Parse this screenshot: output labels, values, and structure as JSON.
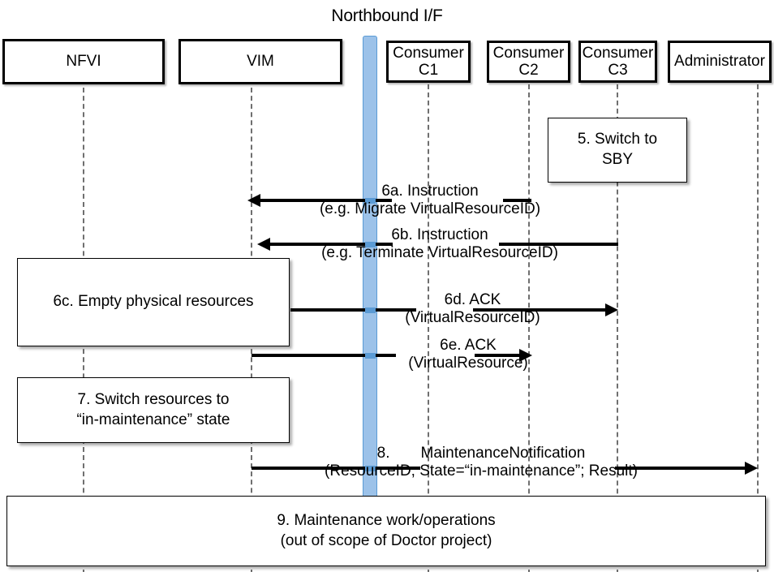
{
  "diagram": {
    "title": "Northbound I/F",
    "type": "sequence-diagram"
  },
  "actors": [
    {
      "id": "nfvi",
      "label": "NFVI",
      "sublabel": ""
    },
    {
      "id": "vim",
      "label": "VIM",
      "sublabel": ""
    },
    {
      "id": "c1",
      "label": "Consumer",
      "sublabel": "C1"
    },
    {
      "id": "c2",
      "label": "Consumer",
      "sublabel": "C2"
    },
    {
      "id": "c3",
      "label": "Consumer",
      "sublabel": "C3"
    },
    {
      "id": "admin",
      "label": "Administrator",
      "sublabel": ""
    }
  ],
  "notes": [
    {
      "id": "step5",
      "line1": "5. Switch to",
      "line2": "SBY"
    },
    {
      "id": "step6c",
      "line1": "6c. Empty physical resources",
      "line2": ""
    },
    {
      "id": "step7",
      "line1": "7. Switch resources to",
      "line2": "“in-maintenance” state"
    },
    {
      "id": "step9",
      "line1": "9. Maintenance work/operations",
      "line2": "(out of scope of Doctor project)"
    }
  ],
  "messages": [
    {
      "id": "step6a",
      "line1": "6a. Instruction",
      "line2": "(e.g. Migrate VirtualResourceID)",
      "direction": "left",
      "from": "c2",
      "to": "vim"
    },
    {
      "id": "step6b",
      "line1": "6b. Instruction",
      "line2": "(e.g. Terminate VirtualResourceID)",
      "direction": "left",
      "from": "c3",
      "to": "vim"
    },
    {
      "id": "step6d",
      "line1": "6d. ACK",
      "line2": "(VirtualResourceID)",
      "direction": "right",
      "from": "vim",
      "to": "c3"
    },
    {
      "id": "step6e",
      "line1": "6e. ACK",
      "line2": "(VirtualResource)",
      "direction": "right",
      "from": "vim",
      "to": "c2"
    },
    {
      "id": "step8",
      "line1": "8.  MaintenanceNotification",
      "line2": "(ResourceID; State=“in-maintenance”; Result)",
      "direction": "right",
      "from": "vim",
      "to": "admin"
    }
  ],
  "colors": {
    "northbound_bar_fill": "#9CC2E9",
    "northbound_bar_stroke": "#5B9BD5",
    "line": "#000000",
    "lifeline": "#6F6F6F",
    "background": "#FFFFFF"
  }
}
